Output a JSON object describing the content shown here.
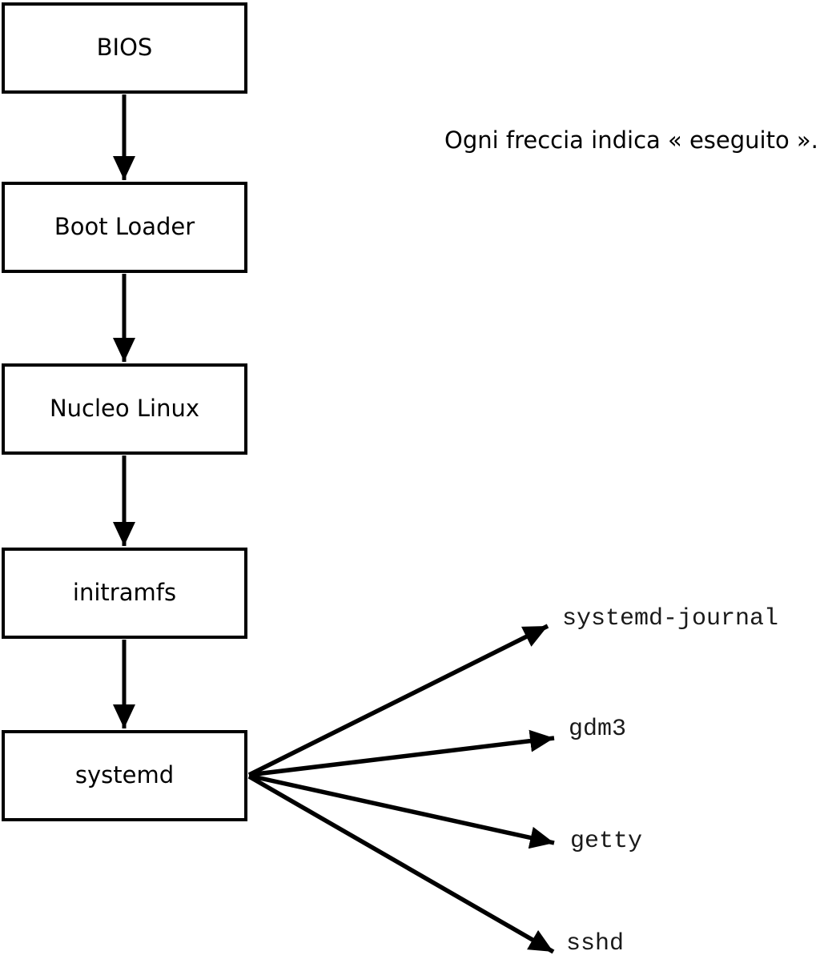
{
  "diagram": {
    "caption": "Ogni freccia indica « eseguito ».",
    "colors": {
      "foreground": "#000000",
      "background": "#ffffff"
    },
    "boxes": [
      {
        "id": "bios",
        "label": "BIOS"
      },
      {
        "id": "boot-loader",
        "label": "Boot Loader"
      },
      {
        "id": "nucleo-linux",
        "label": "Nucleo Linux"
      },
      {
        "id": "initramfs",
        "label": "initramfs"
      },
      {
        "id": "systemd",
        "label": "systemd"
      }
    ],
    "chain_arrows": [
      {
        "from": "bios",
        "to": "boot-loader"
      },
      {
        "from": "boot-loader",
        "to": "nucleo-linux"
      },
      {
        "from": "nucleo-linux",
        "to": "initramfs"
      },
      {
        "from": "initramfs",
        "to": "systemd"
      }
    ],
    "services": [
      {
        "id": "systemd-journal",
        "label": "systemd-journal"
      },
      {
        "id": "gdm3",
        "label": "gdm3"
      },
      {
        "id": "getty",
        "label": "getty"
      },
      {
        "id": "sshd",
        "label": "sshd"
      }
    ]
  }
}
